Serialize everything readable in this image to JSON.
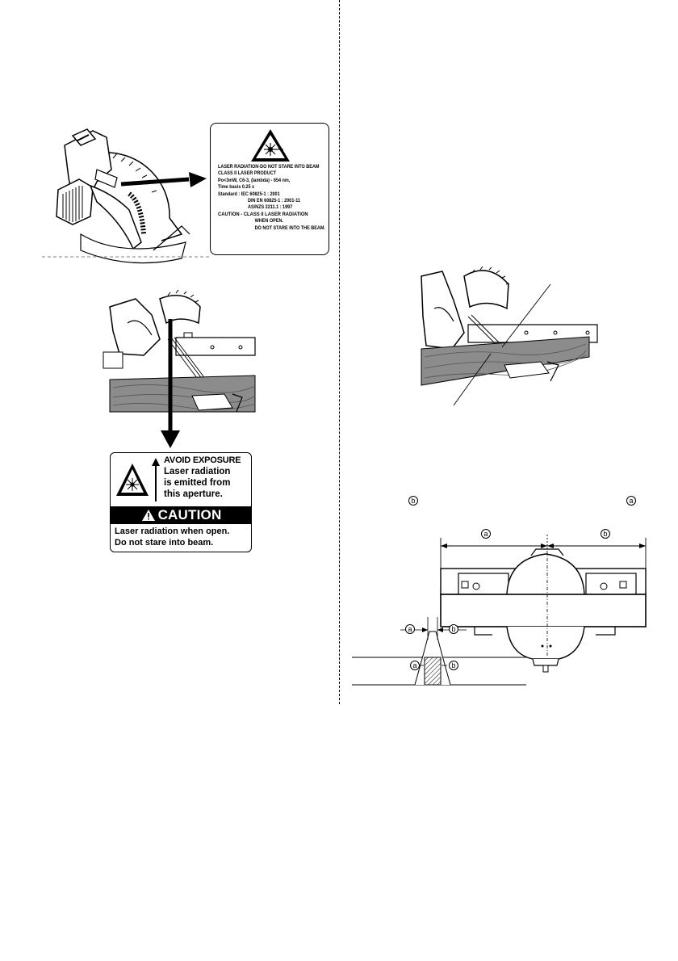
{
  "laser_label": {
    "lines": [
      "LASER RADIATION-DO NOT STARE INTO BEAM",
      "CLASS II LASER PRODUCT",
      "Po<3mW, C6-3, (lambda) - 654 nm,",
      "Time basis 0.25 s",
      "Standard : IEC 60825-1 : 2001",
      "DIN EN 60825-1 : 2001-11",
      "AS/NZS 2211.1 : 1997",
      "CAUTION - CLASS II LASER RADIATION",
      "WHEN OPEN.",
      "DO NOT STARE INTO THE BEAM."
    ]
  },
  "aperture_label": {
    "heading": "AVOID EXPOSURE",
    "emit_lines": [
      "Laser radiation",
      "is emitted from",
      "this aperture."
    ],
    "caution": "CAUTION",
    "warning_lines": [
      "Laser radiation when open.",
      "Do not stare into beam."
    ]
  },
  "markers": {
    "a": "a",
    "b": "b"
  },
  "colors": {
    "ink": "#000000",
    "wood_gray": "#8c8c8c",
    "paper": "#ffffff"
  }
}
